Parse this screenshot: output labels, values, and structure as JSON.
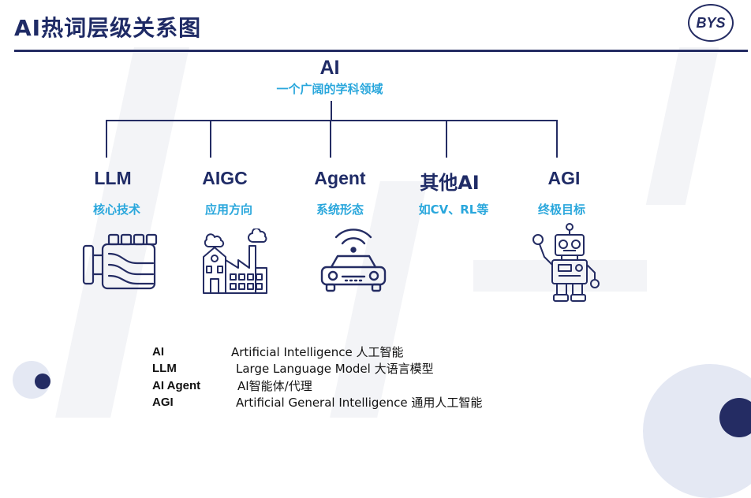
{
  "title": "AI热词层级关系图",
  "logo": "BYS",
  "root": {
    "title": "AI",
    "subtitle": "一个广阔的学科领域"
  },
  "nodes": [
    {
      "title": "LLM",
      "subtitle": "核心技术",
      "icon": "engine-icon"
    },
    {
      "title": "AIGC",
      "subtitle": "应用方向",
      "icon": "factory-icon"
    },
    {
      "title": "Agent",
      "subtitle": "系统形态",
      "icon": "connected-car-icon"
    },
    {
      "title": "其他AI",
      "subtitle": "如CV、RL等",
      "icon": ""
    },
    {
      "title": "AGI",
      "subtitle": "终极目标",
      "icon": "robot-icon"
    }
  ],
  "legend": [
    {
      "abbr": "AI",
      "full": "Artificial Intelligence 人工智能"
    },
    {
      "abbr": "LLM",
      "full": "Large Language Model 大语言模型"
    },
    {
      "abbr": "AI Agent",
      "full": "AI智能体/代理"
    },
    {
      "abbr": "AGI",
      "full": "Artificial General Intelligence 通用人工智能"
    }
  ],
  "colors": {
    "navy": "#242c63",
    "accent": "#2aa7dc",
    "title": "#1f2b66"
  }
}
